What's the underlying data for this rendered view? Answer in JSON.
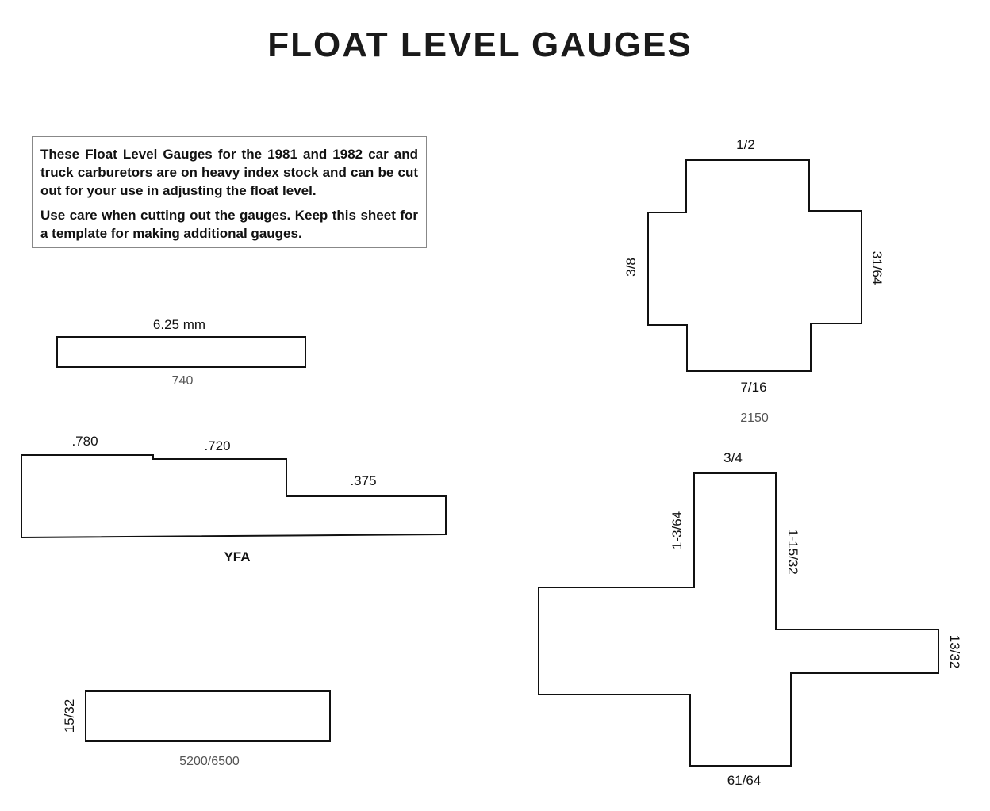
{
  "title": "FLOAT LEVEL GAUGES",
  "notice": {
    "paragraph_1": "These Float Level Gauges for the 1981 and 1982 car and truck carburetors are on heavy index stock and can be cut out for your use in adjusting the float level.",
    "paragraph_2": "Use care when cutting out the gauges. Keep this sheet for a template for making additional gauges."
  },
  "gauge_740": {
    "dimension": "6.25 mm",
    "model": "740"
  },
  "gauge_yfa": {
    "dim_1": ".780",
    "dim_2": ".720",
    "dim_3": ".375",
    "model": "YFA"
  },
  "gauge_5200": {
    "dimension": "15/32",
    "model": "5200/6500"
  },
  "gauge_2150": {
    "top": "1/2",
    "left": "3/8",
    "right": "31/64",
    "bottom": "7/16",
    "model": "2150"
  },
  "gauge_cross": {
    "top": "3/4",
    "left": "1-3/64",
    "right": "1-15/32",
    "far_right": "13/32",
    "bottom": "61/64"
  }
}
